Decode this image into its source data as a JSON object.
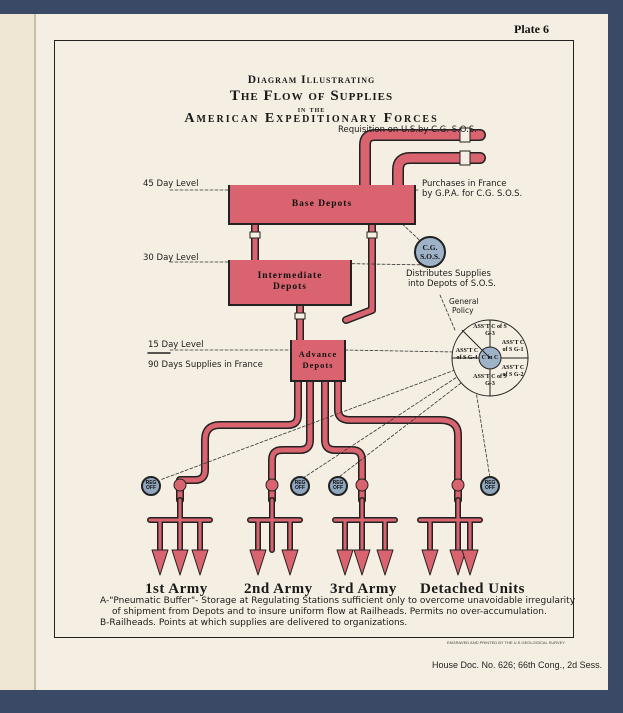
{
  "plate": "Plate 6",
  "title": {
    "line1": "Diagram Illustrating",
    "line2": "The Flow of Supplies",
    "line3": "in the",
    "line4": "American Expeditionary Forces"
  },
  "labels": {
    "requisition": "Requisition on U.S.by C.G. S.O.S.",
    "purchases_1": "Purchases in France",
    "purchases_2": "by G.P.A. for C.G. S.O.S.",
    "level_45": "45 Day Level",
    "level_30": "30 Day Level",
    "level_15": "15 Day Level",
    "days_90": "90 Days Supplies in France",
    "distributes_1": "Distributes Supplies",
    "distributes_2": "into Depots of S.O.S.",
    "general_1": "General",
    "general_2": "Policy"
  },
  "depots": {
    "base": "Base Depots",
    "intermediate_1": "Intermediate",
    "intermediate_2": "Depots",
    "advance_1": "Advance",
    "advance_2": "Depots"
  },
  "cg_sos": {
    "line1": "C.G.",
    "line2": "S.O.S."
  },
  "regulating": {
    "line1": "REG",
    "line2": "OFF"
  },
  "assistants": {
    "top": "ASS'T C of S G-3",
    "right_top": "ASS'T C of S G-1",
    "left": "ASS'T C of S G-4",
    "right_bottom": "ASS'T C of S G-2",
    "bottom": "ASS'T C of S G-3",
    "center": "C in C"
  },
  "armies": [
    "1st Army",
    "2nd Army",
    "3rd Army",
    "Detached Units"
  ],
  "legend": {
    "a_line1": "A-\"Pneumatic Buffer\"- Storage at Regulating Stations sufficient only to overcome unavoidable irregularity",
    "a_line2": "of shipment from Depots and to insure uniform flow at Railheads. Permits no over-accumulation.",
    "b_line1": "B-Railheads. Points at which supplies are delivered to organizations."
  },
  "imprint": "ENGRAVED AND PRINTED BY THE U.S.GEOLOGICAL SURVEY",
  "footer": "House Doc. No. 626; 66th Cong., 2d Sess.",
  "colors": {
    "pipe": "#d9646f",
    "pipe_dark": "#c44a58",
    "badge": "#9fb3c8",
    "paper": "#f4efe2"
  }
}
